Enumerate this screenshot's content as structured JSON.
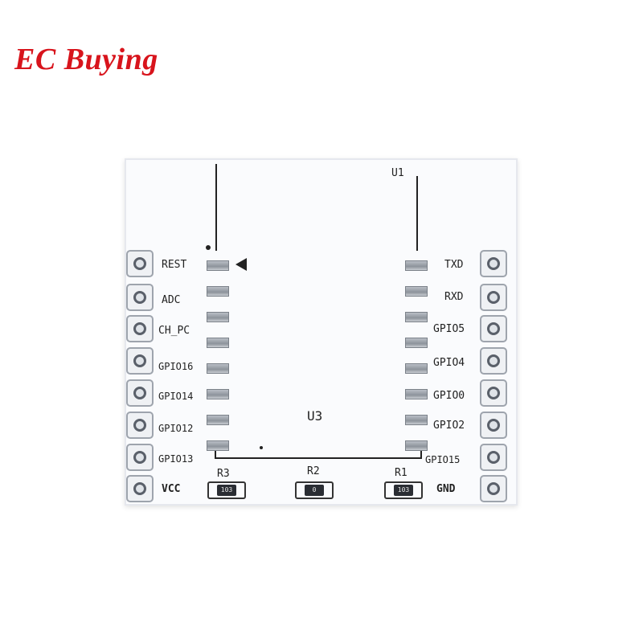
{
  "brand": {
    "text": "EC Buying",
    "color": "#d8141c"
  },
  "board": {
    "u1_label": "U1",
    "u3_label": "U3",
    "left_pins": [
      "REST",
      "ADC",
      "CH_PC",
      "GPIO16",
      "GPIO14",
      "GPIO12",
      "GPIO13",
      "VCC"
    ],
    "right_pins": [
      "TXD",
      "RXD",
      "GPIO5",
      "GPIO4",
      "GPIO0",
      "GPIO2",
      "GPIO15",
      "GND"
    ],
    "resistors": [
      {
        "ref": "R3",
        "value": "103"
      },
      {
        "ref": "R2",
        "value": "0"
      },
      {
        "ref": "R1",
        "value": "103"
      }
    ]
  }
}
